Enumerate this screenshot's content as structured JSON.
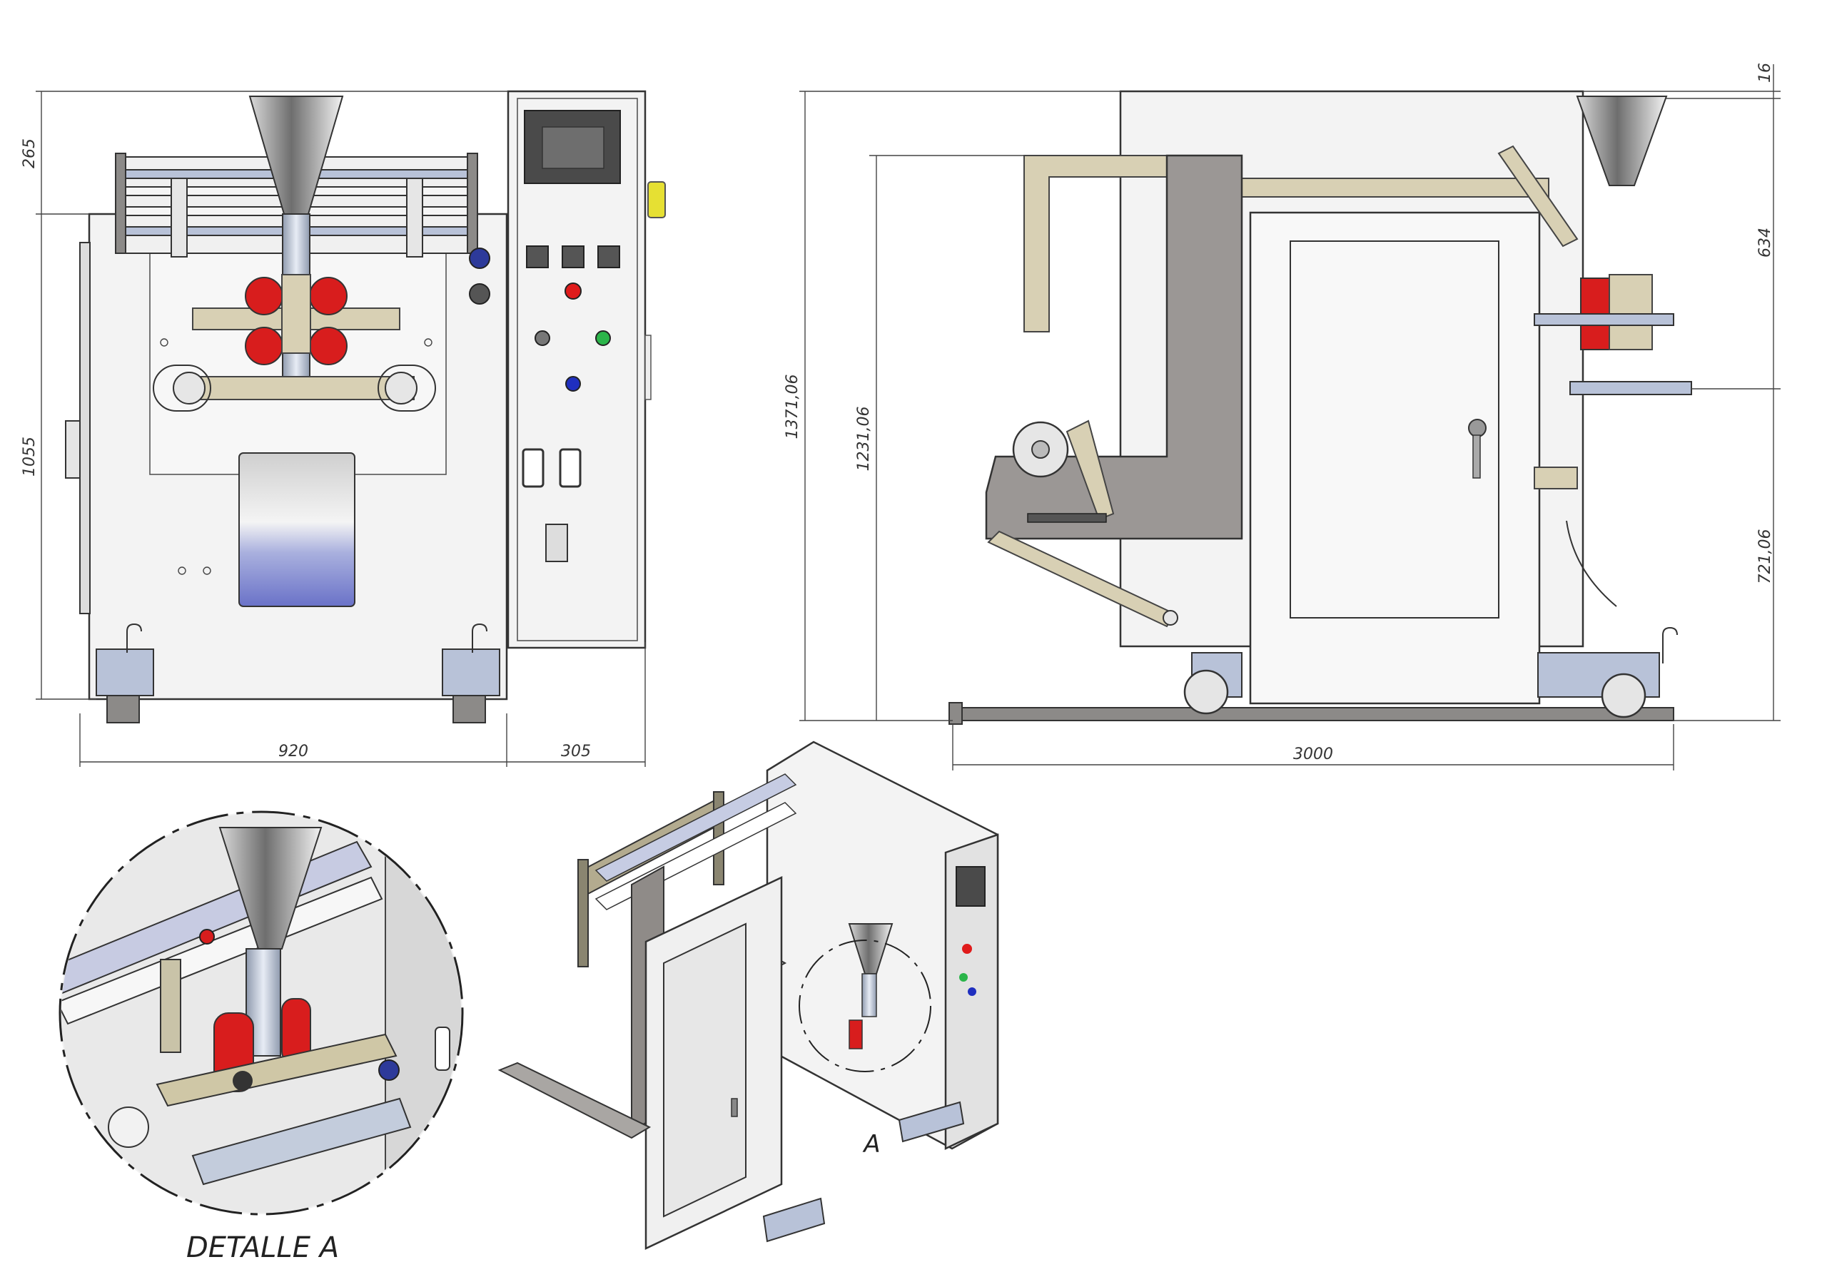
{
  "front_view": {
    "dims": {
      "top_height": "265",
      "body_height": "1055",
      "width_main": "920",
      "width_panel": "305"
    }
  },
  "side_view": {
    "dims": {
      "total_height": "1371,06",
      "frame_height": "1231,06",
      "top_gap": "16",
      "upper_height": "634",
      "lower_height": "721,06",
      "length": "3000"
    }
  },
  "detail": {
    "title": "DETALLE A",
    "callout": "A"
  },
  "colors": {
    "red_button": "#e01b1b",
    "green_button": "#2bb54a",
    "blue_button": "#1f2fbf",
    "grey_button": "#777777",
    "accent_yellow": "#e6e033",
    "red_roller": "#d81d1d"
  }
}
